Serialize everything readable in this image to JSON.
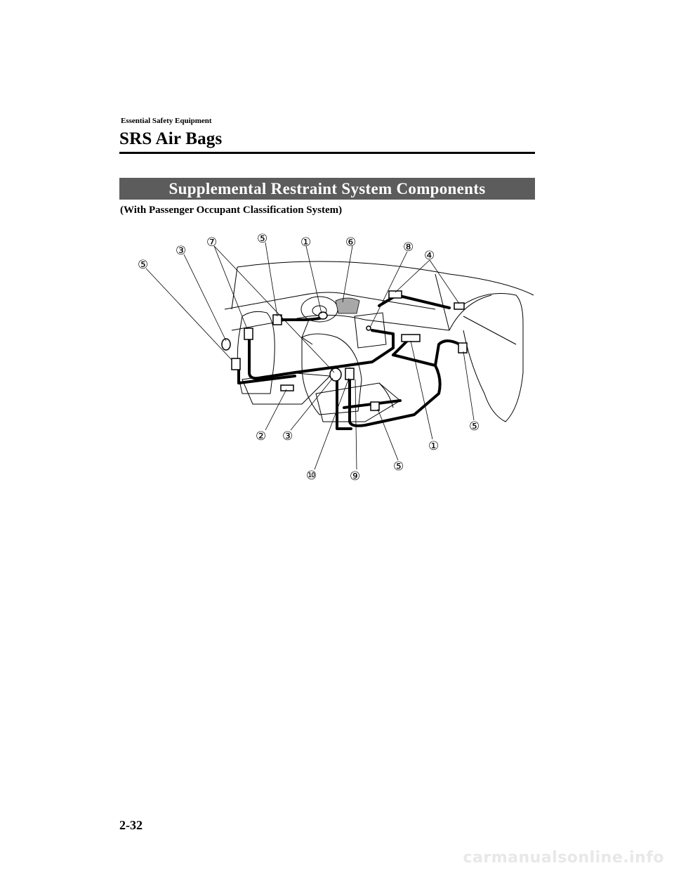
{
  "header": {
    "section": "Essential Safety Equipment",
    "title": "SRS Air Bags"
  },
  "banner": {
    "title": "Supplemental Restraint System Components"
  },
  "subtitle": "(With Passenger Occupant Classification System)",
  "diagram": {
    "callouts": [
      {
        "id": "c5a",
        "label": "⑤"
      },
      {
        "id": "c3a",
        "label": "③"
      },
      {
        "id": "c7",
        "label": "⑦"
      },
      {
        "id": "c5b",
        "label": "⑤"
      },
      {
        "id": "c1a",
        "label": "①"
      },
      {
        "id": "c6",
        "label": "⑥"
      },
      {
        "id": "c8",
        "label": "⑧"
      },
      {
        "id": "c4",
        "label": "④"
      },
      {
        "id": "c2",
        "label": "②"
      },
      {
        "id": "c3b",
        "label": "③"
      },
      {
        "id": "c5c",
        "label": "⑤"
      },
      {
        "id": "c1b",
        "label": "①"
      },
      {
        "id": "c10",
        "label": "⑩"
      },
      {
        "id": "c9",
        "label": "⑨"
      },
      {
        "id": "c5d",
        "label": "⑤"
      }
    ]
  },
  "footer": {
    "page_number": "2-32"
  },
  "watermark": "carmanualsonline.info"
}
